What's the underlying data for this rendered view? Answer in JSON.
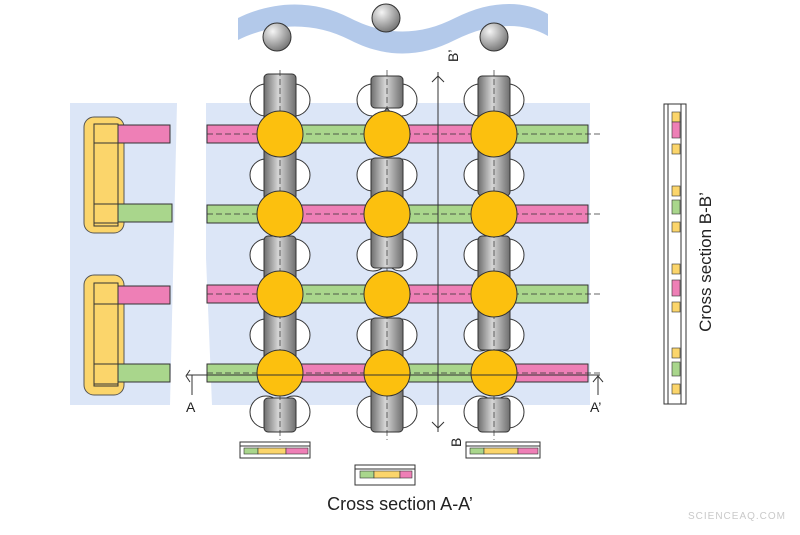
{
  "labels": {
    "a_left": "A",
    "a_right": "A’",
    "b_top": "B’",
    "b_bottom": "B",
    "cross_section_aa": "Cross section A-A’",
    "cross_section_bb": "Cross section B-B’",
    "watermark": "SCIENCEAQ.COM"
  },
  "colors": {
    "background_panel": "#dce6f7",
    "wave": "#b3c9ea",
    "pink": "#ee7fb6",
    "green": "#a9d68c",
    "yellow_pad": "#fbd56b",
    "orange_node": "#fcc00e",
    "roller_gray": "#8c8c8c",
    "line": "#333333"
  }
}
